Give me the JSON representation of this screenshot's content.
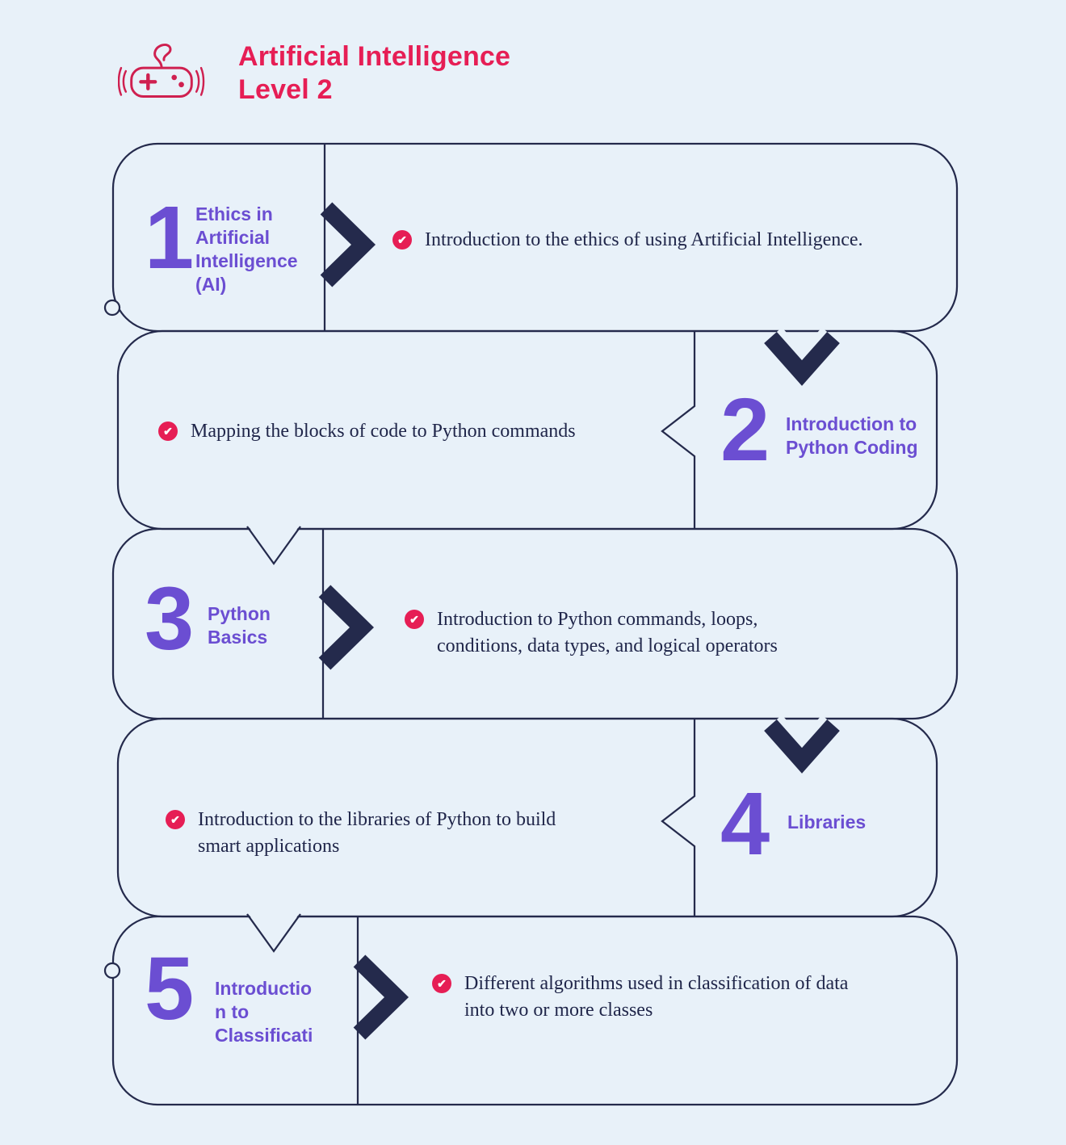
{
  "header": {
    "title": "Artificial Intelligence\nLevel 2"
  },
  "icons": {
    "header_icon": "game-controller-icon",
    "bullet_icon": "check-icon",
    "check_glyph": "✔"
  },
  "colors": {
    "background": "#e8f1f9",
    "navy": "#242a4c",
    "purple": "#6b4ed2",
    "crimson": "#e61e55"
  },
  "steps": [
    {
      "number": "1",
      "label": "Ethics in\nArtificial\nIntelligence\n(AI)",
      "description": "Introduction to the ethics of using Artificial Intelligence."
    },
    {
      "number": "2",
      "label": "Introduction to\nPython Coding",
      "description": "Mapping the blocks of code to Python commands"
    },
    {
      "number": "3",
      "label": "Python\nBasics",
      "description": "Introduction to Python commands, loops,\nconditions, data types, and logical operators"
    },
    {
      "number": "4",
      "label": "Libraries",
      "description": "Introduction to the libraries of Python to build\nsmart applications"
    },
    {
      "number": "5",
      "label": "Introductio\nn to\nClassificati",
      "description": "Different algorithms used in classification of data\ninto two or more classes"
    }
  ]
}
